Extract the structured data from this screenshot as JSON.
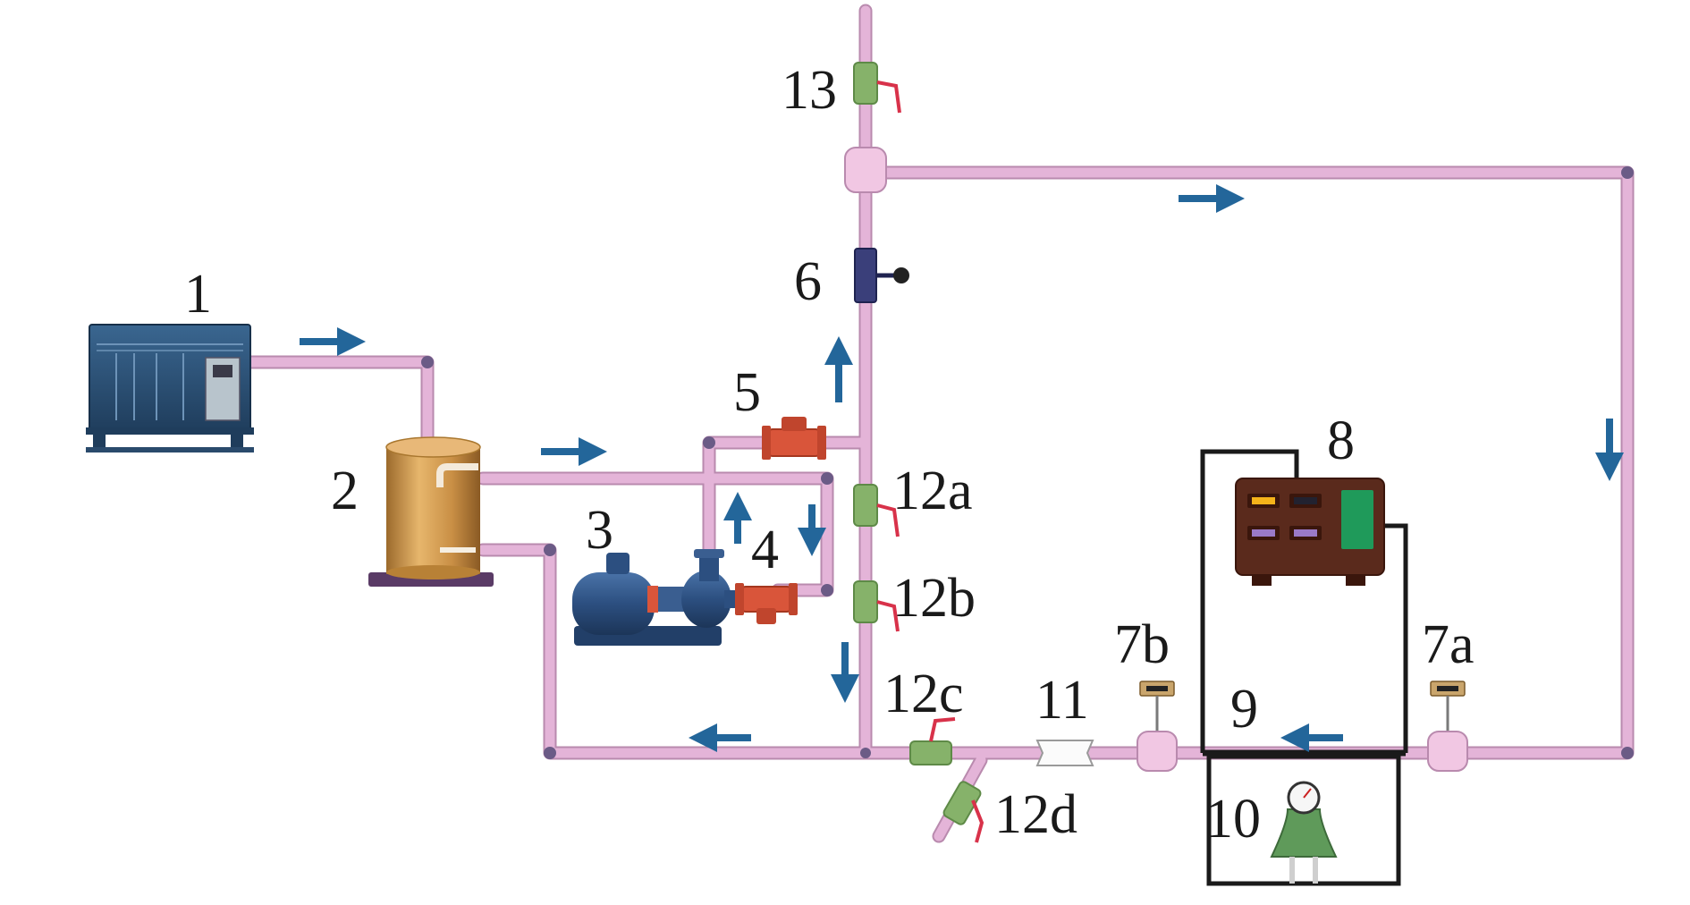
{
  "diagram": {
    "labels": {
      "l1": "1",
      "l2": "2",
      "l3": "3",
      "l4": "4",
      "l5": "5",
      "l6": "6",
      "l7a": "7a",
      "l7b": "7b",
      "l8": "8",
      "l9": "9",
      "l10": "10",
      "l11": "11",
      "l12a": "12a",
      "l12b": "12b",
      "l12c": "12c",
      "l12d": "12d",
      "l13": "13"
    },
    "colors": {
      "pipe": "#e4b4d8",
      "pipe_edge": "#b98aae",
      "arrow": "#23669a",
      "wire": "#1a1a1a",
      "valve_green": "#86b26a",
      "valve_handle": "#d8324a",
      "pump_blue": "#2c4f80",
      "flange_red": "#d9553a",
      "tank_gold": "#cf9a52",
      "tank_base": "#5a3b66",
      "controller_brown": "#5a2a1c",
      "controller_green": "#1f9a5a",
      "chiller_blue": "#2e5278",
      "gauge_green": "#5f9a5a"
    }
  }
}
